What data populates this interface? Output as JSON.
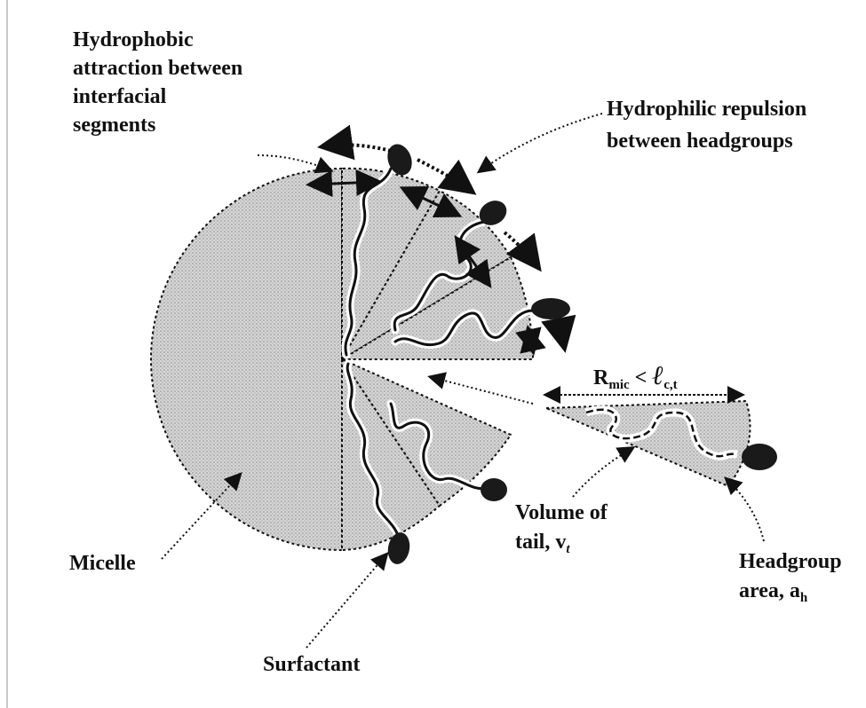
{
  "labels": {
    "hydrophobic": [
      "Hydrophobic",
      "attraction between",
      "interfacial",
      "segments"
    ],
    "hydrophilic": [
      "Hydrophilic repulsion",
      "between headgroups"
    ],
    "micelle": "Micelle",
    "surfactant": "Surfactant",
    "volume_line1": "Volume of",
    "volume_line2": "tail, v",
    "volume_sub": "t",
    "headgroup_line1": "Headgroup",
    "headgroup_line2": "area, a",
    "headgroup_sub": "h",
    "rmic_R": "R",
    "rmic_sub": "mic",
    "rmic_lt": " < ",
    "rmic_ell": "ℓ",
    "rmic_ell_sub": "c,t"
  },
  "colors": {
    "shade": "#cfcfcf",
    "stroke": "#111111",
    "head": "#1a1a1a"
  }
}
